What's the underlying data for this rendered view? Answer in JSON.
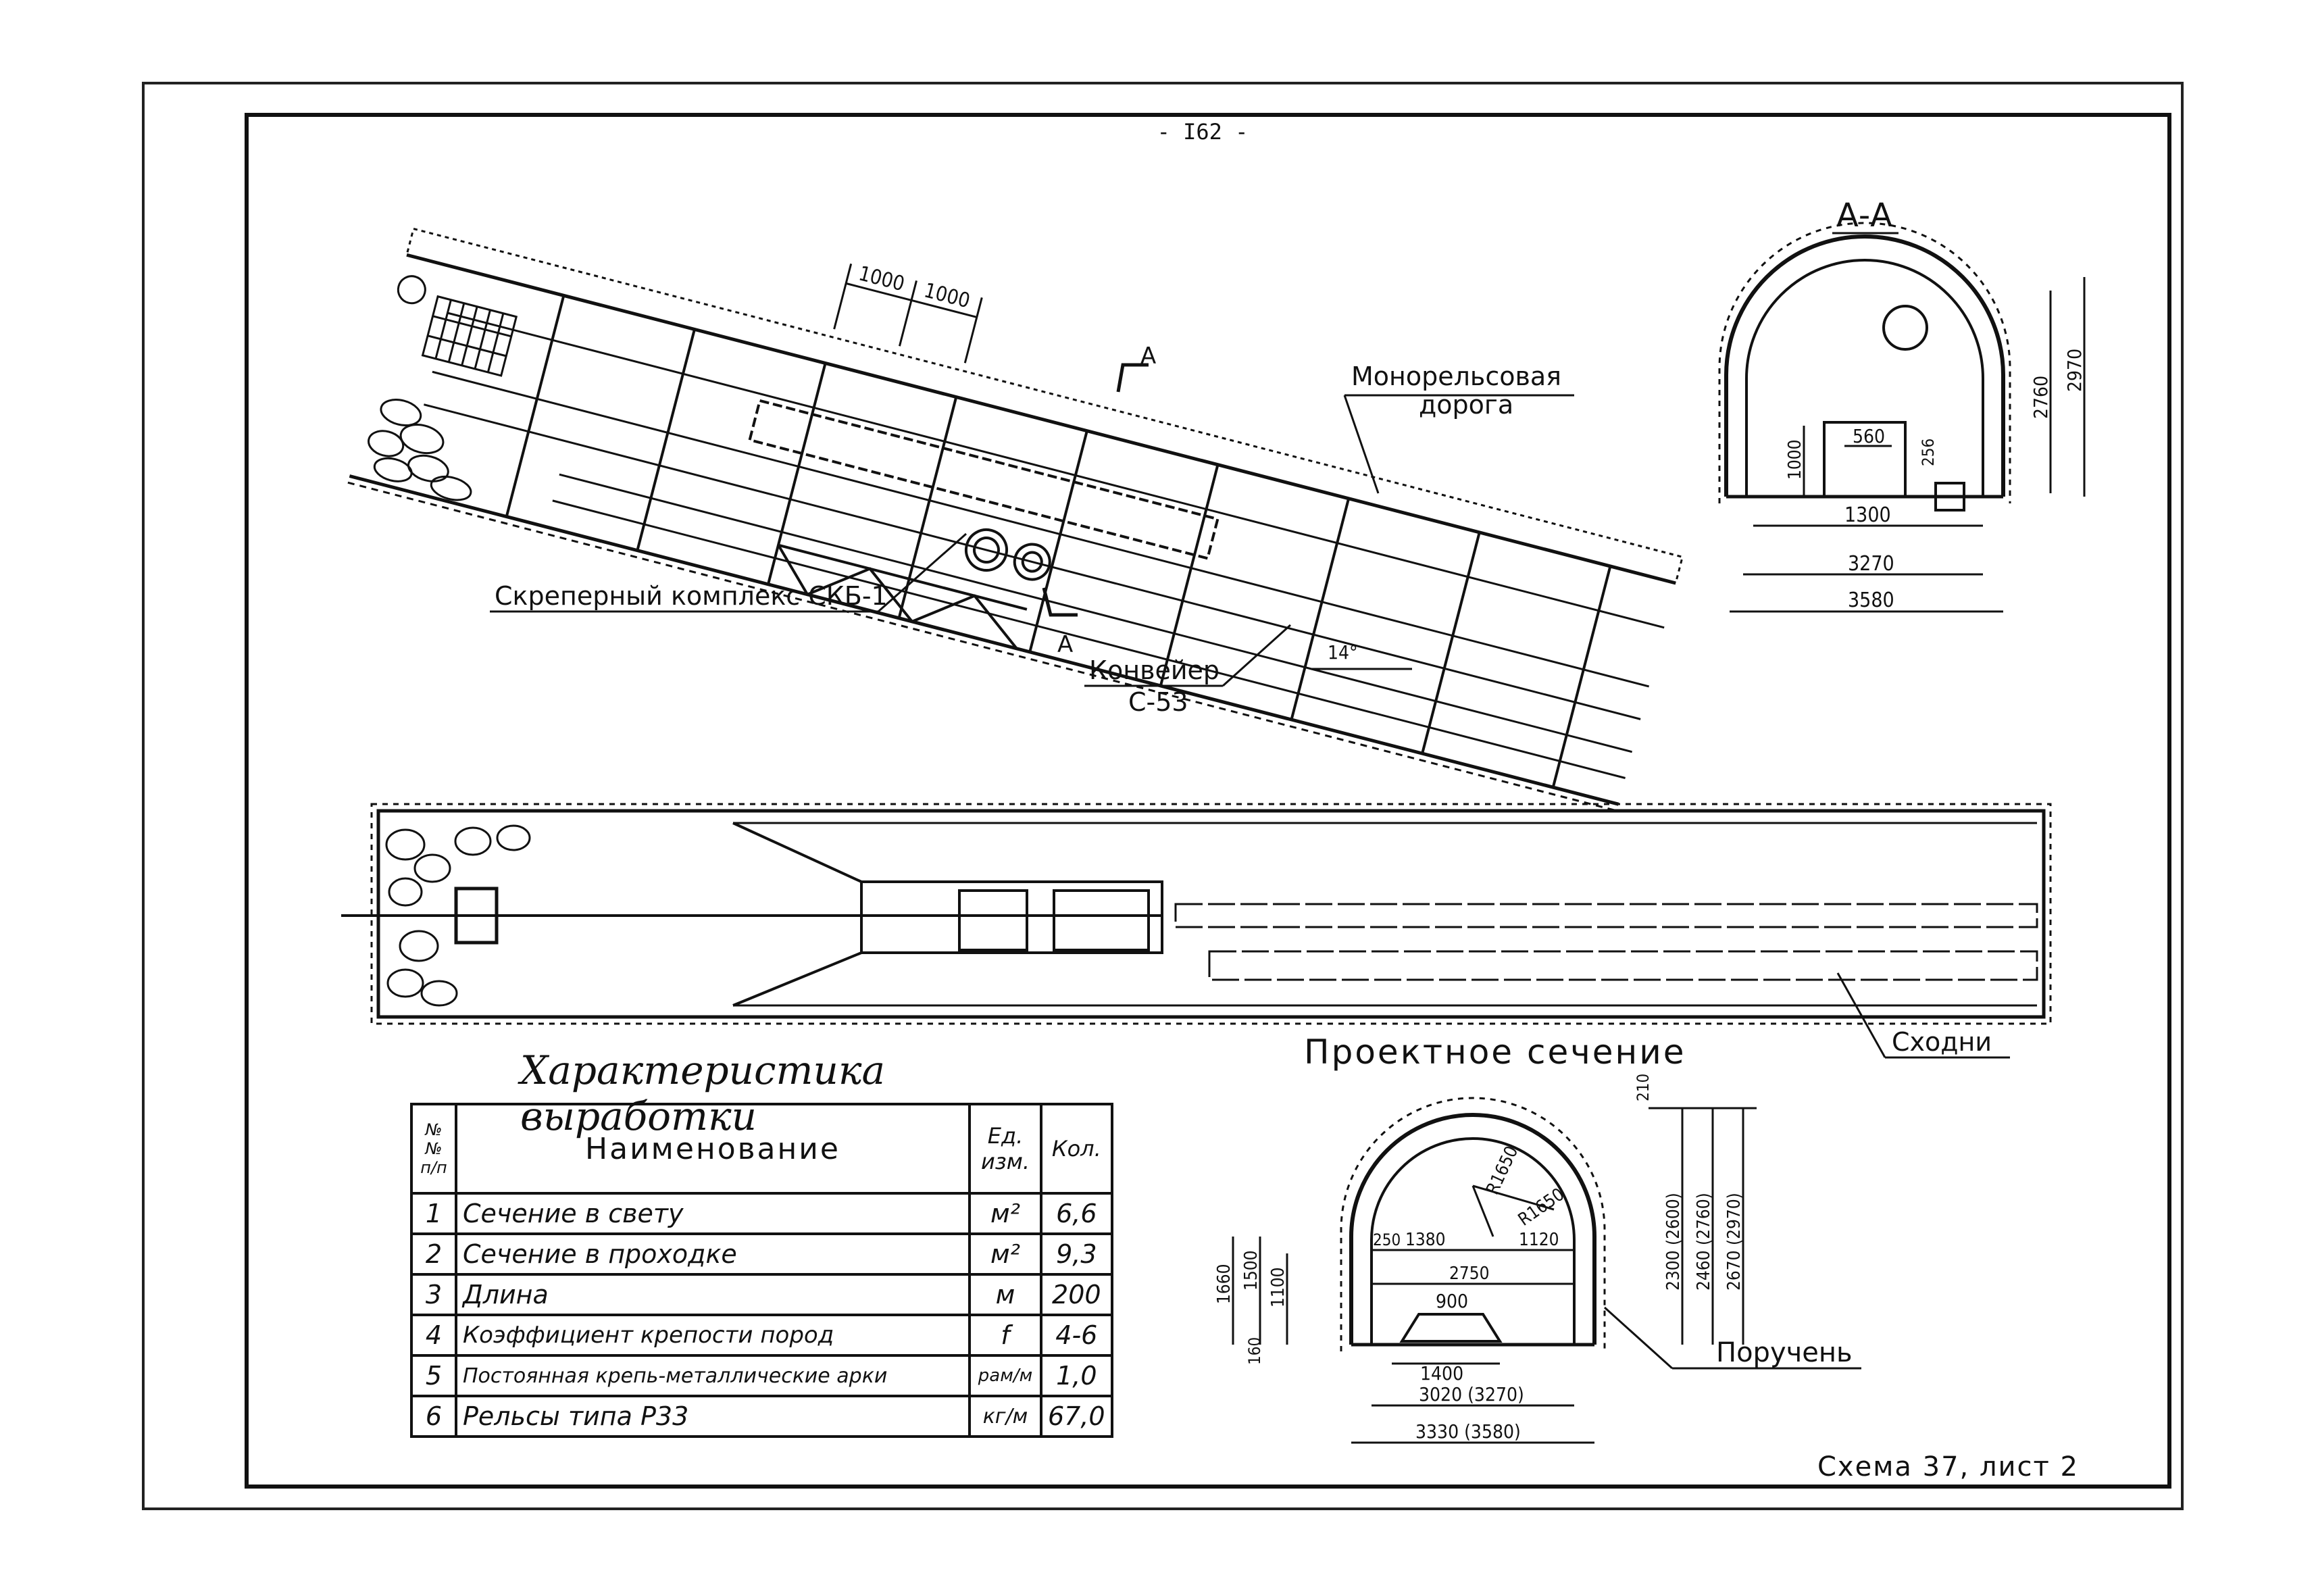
{
  "page_number": "- I62 -",
  "sheet_ref": "Схема 37, лист 2",
  "inclined_view": {
    "dims": [
      "1000",
      "1000"
    ],
    "angle": "14°",
    "section_mark": "А",
    "callouts": {
      "monorail_line1": "Монорельсовая",
      "monorail_line2": "дорога",
      "scraper": "Скреперный комплекс СКБ-1",
      "conveyor_line1": "Конвейер",
      "conveyor_line2": "С-53"
    }
  },
  "plan_view": {
    "callout_stairs": "Сходни"
  },
  "section_aa": {
    "title": "А-А",
    "dims": {
      "h_2760": "2760",
      "h_2970": "2970",
      "h_1000": "1000",
      "w_560": "560",
      "h_256": "256",
      "w_1300": "1300",
      "w_3270": "3270",
      "w_3580": "3580"
    }
  },
  "design_section": {
    "title": "Проектное сечение",
    "callout_handrail": "Поручень",
    "dims": {
      "r1": "R1650",
      "r2": "R1650",
      "d250": "250",
      "d1380": "1380",
      "d1120": "1120",
      "d2750": "2750",
      "d900": "900",
      "d1400": "1400",
      "d3020": "3020 (3270)",
      "d3330": "3330 (3580)",
      "d1660": "1660",
      "d1500": "1500",
      "d1100": "1100",
      "d160": "160",
      "d210": "210",
      "d2300": "2300 (2600)",
      "d2460": "2460 (2760)",
      "d2670": "2670 (2970)"
    }
  },
  "characteristics": {
    "title": "Характеристика выработки",
    "headers": {
      "no": "№№ п/п",
      "name": "Наименование",
      "unit": "Ед. изм.",
      "qty": "Кол."
    },
    "rows": [
      {
        "no": "1",
        "name": "Сечение в свету",
        "unit": "м²",
        "qty": "6,6"
      },
      {
        "no": "2",
        "name": "Сечение в проходке",
        "unit": "м²",
        "qty": "9,3"
      },
      {
        "no": "3",
        "name": "Длина",
        "unit": "м",
        "qty": "200"
      },
      {
        "no": "4",
        "name": "Коэффициент крепости пород",
        "unit": "f",
        "qty": "4-6"
      },
      {
        "no": "5",
        "name": "Постоянная крепь-металлические арки",
        "unit": "рам/м",
        "qty": "1,0"
      },
      {
        "no": "6",
        "name": "Рельсы типа Р33",
        "unit": "кг/м",
        "qty": "67,0"
      }
    ]
  }
}
